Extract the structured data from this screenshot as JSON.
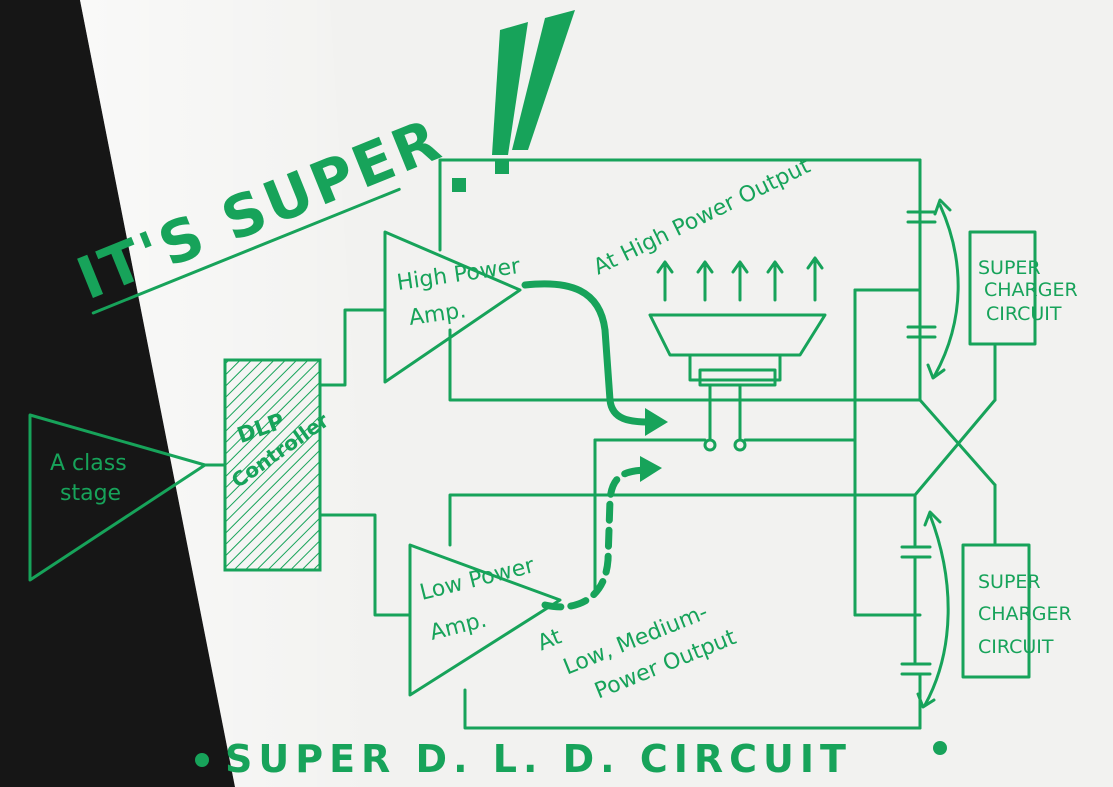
{
  "headline": {
    "text": "IT'S SUPER",
    "exclaim": "!!"
  },
  "annotations": {
    "high_power_output": "At High Power Output",
    "low_medium_output_line1": "At",
    "low_medium_output_line2": "Low, Medium-",
    "low_medium_output_line3": "Power Output"
  },
  "blocks": {
    "a_class_stage": {
      "line1": "A class",
      "line2": "stage"
    },
    "dlp_controller": {
      "line1": "DLP",
      "line2": "Controller"
    },
    "high_power_amp": {
      "line1": "High Power",
      "line2": "Amp."
    },
    "low_power_amp": {
      "line1": "Low Power",
      "line2": "Amp."
    },
    "super_charger_top": {
      "line1": "SUPER",
      "line2": "CHARGER",
      "line3": "CIRCUIT"
    },
    "super_charger_bottom": {
      "line1": "SUPER",
      "line2": "CHARGER",
      "line3": "CIRCUIT"
    }
  },
  "footer": {
    "title": "SUPER D. L. D. CIRCUIT"
  },
  "colors": {
    "ink": "#17a35a",
    "paper": "#f2f2f0",
    "dark_band": "#161616"
  }
}
